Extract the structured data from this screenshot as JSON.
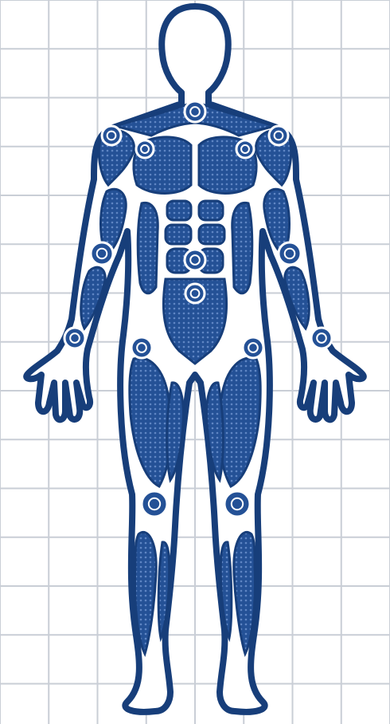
{
  "diagram": {
    "style": "blueprint-anatomy-front-view",
    "colors": {
      "background": "#ffffff",
      "grid_line": "#c9ced6",
      "outline": "#173e7a",
      "muscle_fill": "#245196",
      "muscle_texture": "#5f86c4",
      "body_fill": "#ffffff",
      "joint_ring": "#ffffff"
    },
    "muscle_groups": [
      "trapezius",
      "deltoid-left",
      "deltoid-right",
      "pectoral-left",
      "pectoral-right",
      "abdominals",
      "obliques",
      "biceps-left",
      "biceps-right",
      "forearm-left",
      "forearm-right",
      "lower-abdomen",
      "quadriceps-left",
      "quadriceps-right",
      "adductors",
      "calf-left",
      "calf-right",
      "shin-left",
      "shin-right"
    ],
    "joint_markers": [
      "neck",
      "shoulder-left",
      "shoulder-right",
      "chest-left",
      "chest-right",
      "elbow-left",
      "elbow-right",
      "wrist-left",
      "wrist-right",
      "navel",
      "lower-abdomen",
      "hip-left",
      "hip-right",
      "knee-left",
      "knee-right"
    ]
  }
}
